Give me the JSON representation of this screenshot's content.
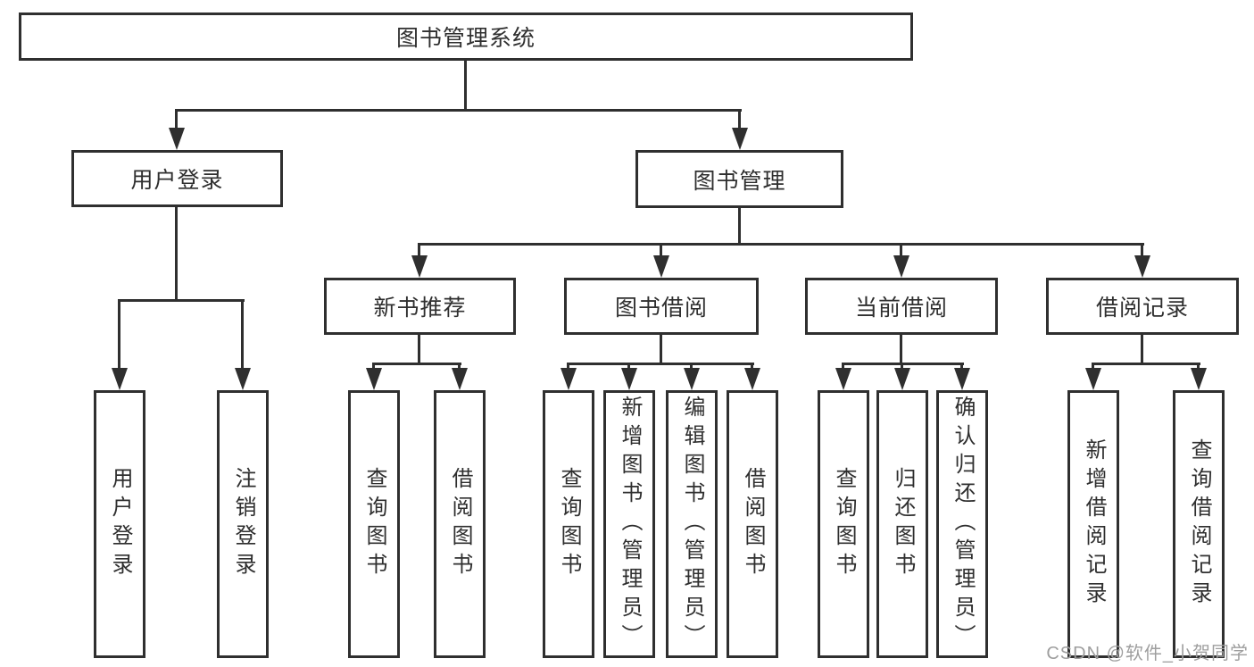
{
  "diagram": {
    "title_node": "图书管理系统",
    "nodes": {
      "root": "图书管理系统",
      "user_login": "用户登录",
      "book_mgmt": "图书管理",
      "new_book_rec": "新书推荐",
      "book_borrow": "图书借阅",
      "current_borrow": "当前借阅",
      "borrow_record": "借阅记录",
      "user_login_leaf": "用户登录",
      "logout_leaf": "注销登录",
      "query_book_rec": "查询图书",
      "borrow_book_rec": "借阅图书",
      "query_book_borrow": "查询图书",
      "add_book_admin": "新增图书（管理员）",
      "edit_book_admin": "编辑图书（管理员）",
      "borrow_book_leaf": "借阅图书",
      "query_book_current": "查询图书",
      "return_book": "归还图书",
      "confirm_return_admin": "确认归还（管理员）",
      "add_borrow_record": "新增借阅记录",
      "query_borrow_record": "查询借阅记录"
    },
    "watermark": "CSDN @软件_小贺同学",
    "colors": {
      "line": "#2f2f2f",
      "text": "#2f2f2f",
      "watermark": "#9e9e9e",
      "background": "#ffffff"
    }
  }
}
